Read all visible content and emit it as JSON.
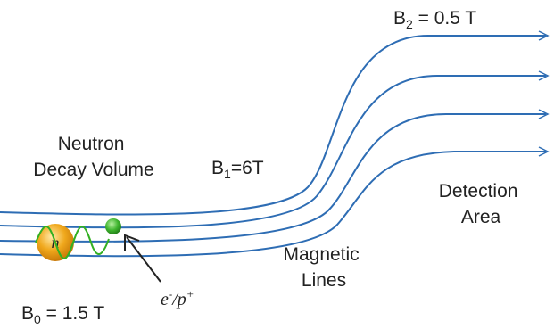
{
  "colors": {
    "field_line": "#2e6db4",
    "wave": "#33b022",
    "neutron": "#f0a81c",
    "electron": "#3fb52e",
    "arrow": "#222222",
    "text": "#222222"
  },
  "labels": {
    "b2": {
      "base": "B",
      "sub": "2",
      "value": " = 0.5 T"
    },
    "b1": {
      "base": "B",
      "sub": "1",
      "value": "=6T"
    },
    "b0": {
      "base": "B",
      "sub": "0",
      "value": " = 1.5 T"
    },
    "neutron_decay_volume": [
      "Neutron",
      "Decay Volume"
    ],
    "detection_area": [
      "Detection",
      "Area"
    ],
    "magnetic_lines": [
      "Magnetic",
      "Lines"
    ],
    "neutron_symbol": "n",
    "particle": {
      "e": "e",
      "e_sup": "-",
      "sep": "/p",
      "p_sup": "+"
    }
  },
  "icons": {
    "neutron": "neutron-sphere-icon",
    "electron": "electron-dot-icon",
    "pointer": "arrow-icon",
    "line_end": "open-arrowhead-icon"
  }
}
